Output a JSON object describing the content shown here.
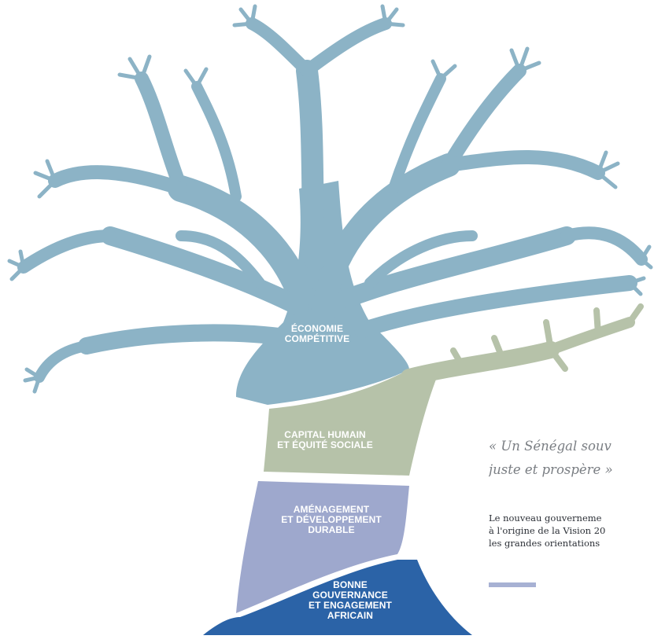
{
  "colors": {
    "economie": "#8cb3c6",
    "capital": "#b6c2a9",
    "amenagement": "#9ea8cd",
    "gouvernance": "#2b63a7",
    "accent": "#a7b1d3",
    "quote_text": "#7a7e83",
    "body_text": "#2b2f36"
  },
  "tree": {
    "economie": [
      "ÉCONOMIE",
      "COMPÉTITIVE"
    ],
    "capital": [
      "CAPITAL HUMAIN",
      "ET ÉQUITÉ SOCIALE"
    ],
    "amenagement": [
      "AMÉNAGEMENT",
      "ET DÉVELOPPEMENT",
      "DURABLE"
    ],
    "gouvernance": [
      "BONNE",
      "GOUVERNANCE",
      "ET ENGAGEMENT",
      "AFRICAIN"
    ]
  },
  "quote": [
    "« Un Sénégal souv",
    "juste et prospère »"
  ],
  "description": [
    "Le nouveau gouverneme",
    "à l'origine de la Vision 20",
    "les grandes orientations"
  ]
}
